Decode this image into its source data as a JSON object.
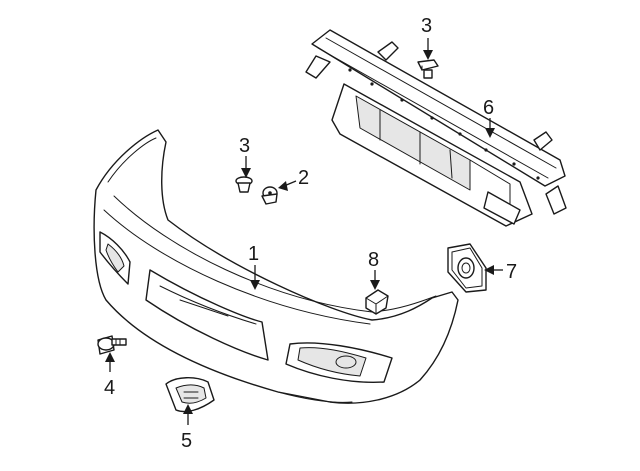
{
  "callouts": [
    {
      "id": "bumper-cover",
      "number": "1"
    },
    {
      "id": "clip-right",
      "number": "2"
    },
    {
      "id": "clip-left",
      "number": "3"
    },
    {
      "id": "retainer-top",
      "number": "3"
    },
    {
      "id": "bolt",
      "number": "4"
    },
    {
      "id": "fog-cover",
      "number": "5"
    },
    {
      "id": "impact-bar",
      "number": "6"
    },
    {
      "id": "cover-bracket",
      "number": "7"
    },
    {
      "id": "pad",
      "number": "8"
    }
  ],
  "colors": {
    "line": "#1a1a1a",
    "background": "#ffffff",
    "shade": "#e6e6e6"
  }
}
